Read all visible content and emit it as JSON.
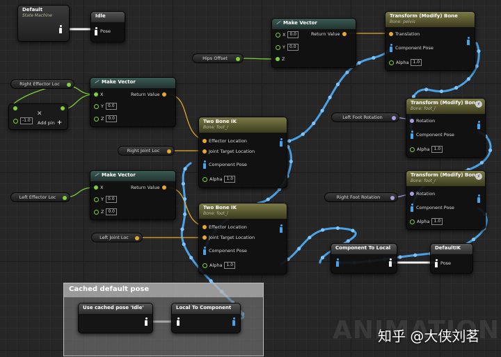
{
  "state_machine": {
    "title": "Default",
    "subtitle": "State Machine"
  },
  "idle_node": {
    "title": "Idle",
    "pose": "Pose"
  },
  "make_vector_top": {
    "title": "Make Vector",
    "x_label": "X",
    "x_value": "0.0",
    "y_label": "Y",
    "y_value": "0.0",
    "z_label": "Z",
    "return_value": "Return Value"
  },
  "make_vector_right": {
    "title": "Make Vector",
    "x_label": "X",
    "y_label": "Y",
    "y_value": "0.0",
    "z_label": "Z",
    "z_value": "0.0",
    "return_value": "Return Value"
  },
  "make_vector_left": {
    "title": "Make Vector",
    "x_label": "X",
    "y_label": "Y",
    "y_value": "0.0",
    "z_label": "Z",
    "z_value": "0.0",
    "return_value": "Return Value"
  },
  "transform_pelvis": {
    "title": "Transform (Modify) Bone",
    "subtitle": "Bone: pelvis",
    "translation": "Translation",
    "component_pose": "Component Pose",
    "alpha": "Alpha",
    "alpha_value": "1.0"
  },
  "transform_foot_l": {
    "title": "Transform (Modify) Bone",
    "subtitle": "Bone: foot_l",
    "rotation": "Rotation",
    "component_pose": "Component Pose",
    "alpha": "Alpha",
    "alpha_value": "1.0"
  },
  "transform_foot_r": {
    "title": "Transform (Modify) Bone",
    "subtitle": "Bone: foot_r",
    "rotation": "Rotation",
    "component_pose": "Component Pose",
    "alpha": "Alpha",
    "alpha_value": "1.0"
  },
  "two_bone_ik_r": {
    "title": "Two Bone IK",
    "subtitle": "Bone: foot_r",
    "effector": "Effector Location",
    "joint_target": "Joint Target Location",
    "component_pose": "Component Pose",
    "alpha": "Alpha",
    "alpha_value": "1.0"
  },
  "two_bone_ik_l": {
    "title": "Two Bone IK",
    "subtitle": "Bone: foot_l",
    "effector": "Effector Location",
    "joint_target": "Joint Target Location",
    "component_pose": "Component Pose",
    "alpha": "Alpha",
    "alpha_value": "1.0"
  },
  "variables": {
    "right_effector": "Right Effector Loc",
    "right_joint": "Right Joint Loc",
    "left_effector": "Left Effector Loc",
    "left_joint": "Left Joint Loc",
    "hips_offset": "Hips Offset",
    "left_foot_rotation": "Left Foot Rotation",
    "right_foot_rotation": "Right Foot Rotation"
  },
  "add_node": {
    "value": "-1.0",
    "add_pin": "Add pin"
  },
  "component_to_local": {
    "title": "Component To Local"
  },
  "default_ik": {
    "title": "DefaultIK",
    "pose": "Pose"
  },
  "comment": {
    "title": "Cached default pose"
  },
  "use_cached_pose": {
    "title": "Use cached pose 'Idle'"
  },
  "local_to_component": {
    "title": "Local To Component"
  },
  "watermark": {
    "text": "ANIMATION"
  },
  "credit": {
    "text": "知乎 @大侠刘茗"
  },
  "colors": {
    "exec_pose_wire": "#4aa3e6",
    "float_wire": "#7ed13a",
    "vector_wire": "#e8a92b",
    "rotator_wire": "#a99de0"
  }
}
